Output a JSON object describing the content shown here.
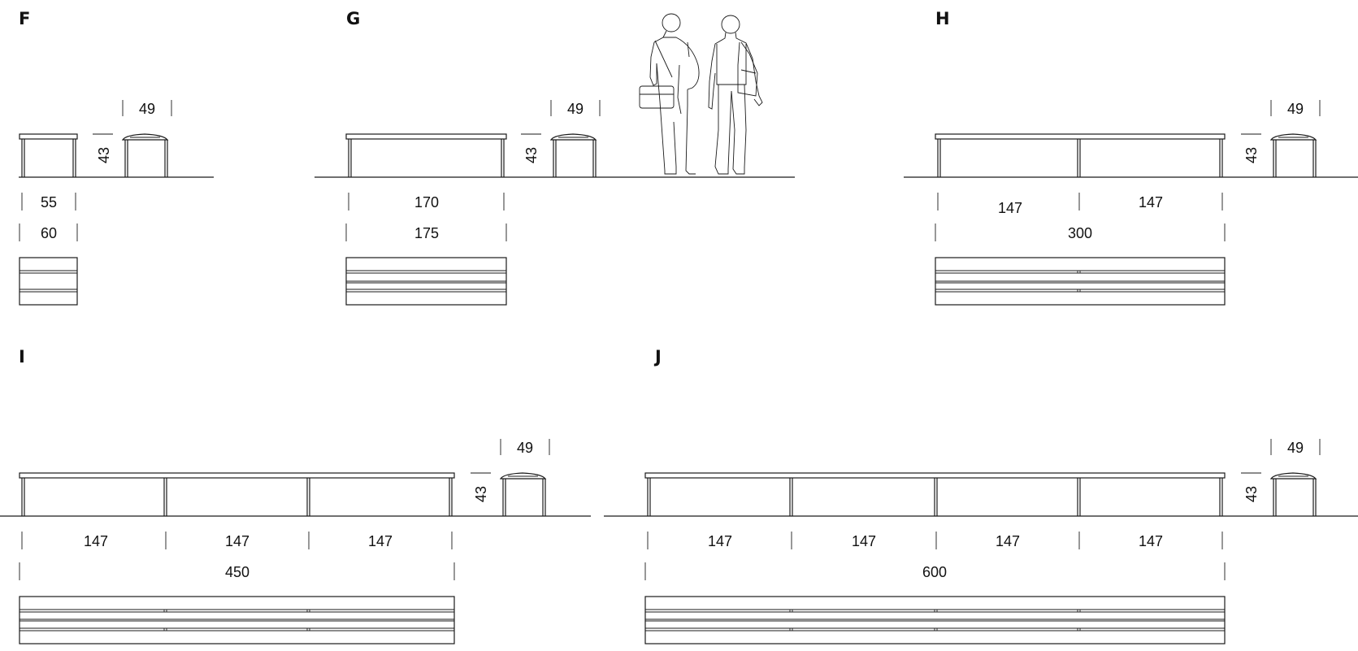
{
  "sections": [
    {
      "letter": "F",
      "depth": "49",
      "height": "43",
      "inner": [
        "55"
      ],
      "overall": "60"
    },
    {
      "letter": "G",
      "depth": "49",
      "height": "43",
      "inner": [
        "170"
      ],
      "overall": "175"
    },
    {
      "letter": "H",
      "depth": "49",
      "height": "43",
      "inner": [
        "147",
        "147"
      ],
      "overall": "300"
    },
    {
      "letter": "I",
      "depth": "49",
      "height": "43",
      "inner": [
        "147",
        "147",
        "147"
      ],
      "overall": "450"
    },
    {
      "letter": "J",
      "depth": "49",
      "height": "43",
      "inner": [
        "147",
        "147",
        "147",
        "147"
      ],
      "overall": "600"
    }
  ],
  "figure": {
    "icon": "human-figures-icon",
    "people": 2
  },
  "colors": {
    "line": "#1a1a1a",
    "background": "#ffffff"
  }
}
